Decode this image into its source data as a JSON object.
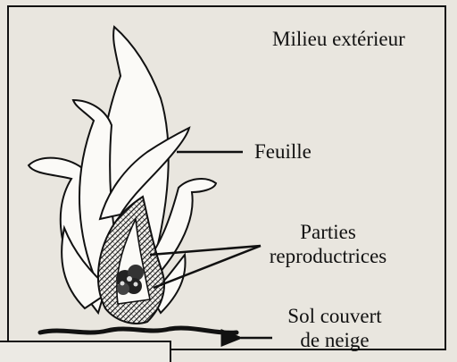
{
  "labels": {
    "environment": "Milieu extérieur",
    "leaf": "Feuille",
    "reproductive_line1": "Parties",
    "reproductive_line2": "reproductrices",
    "soil_line1": "Sol couvert",
    "soil_line2": "de neige"
  }
}
